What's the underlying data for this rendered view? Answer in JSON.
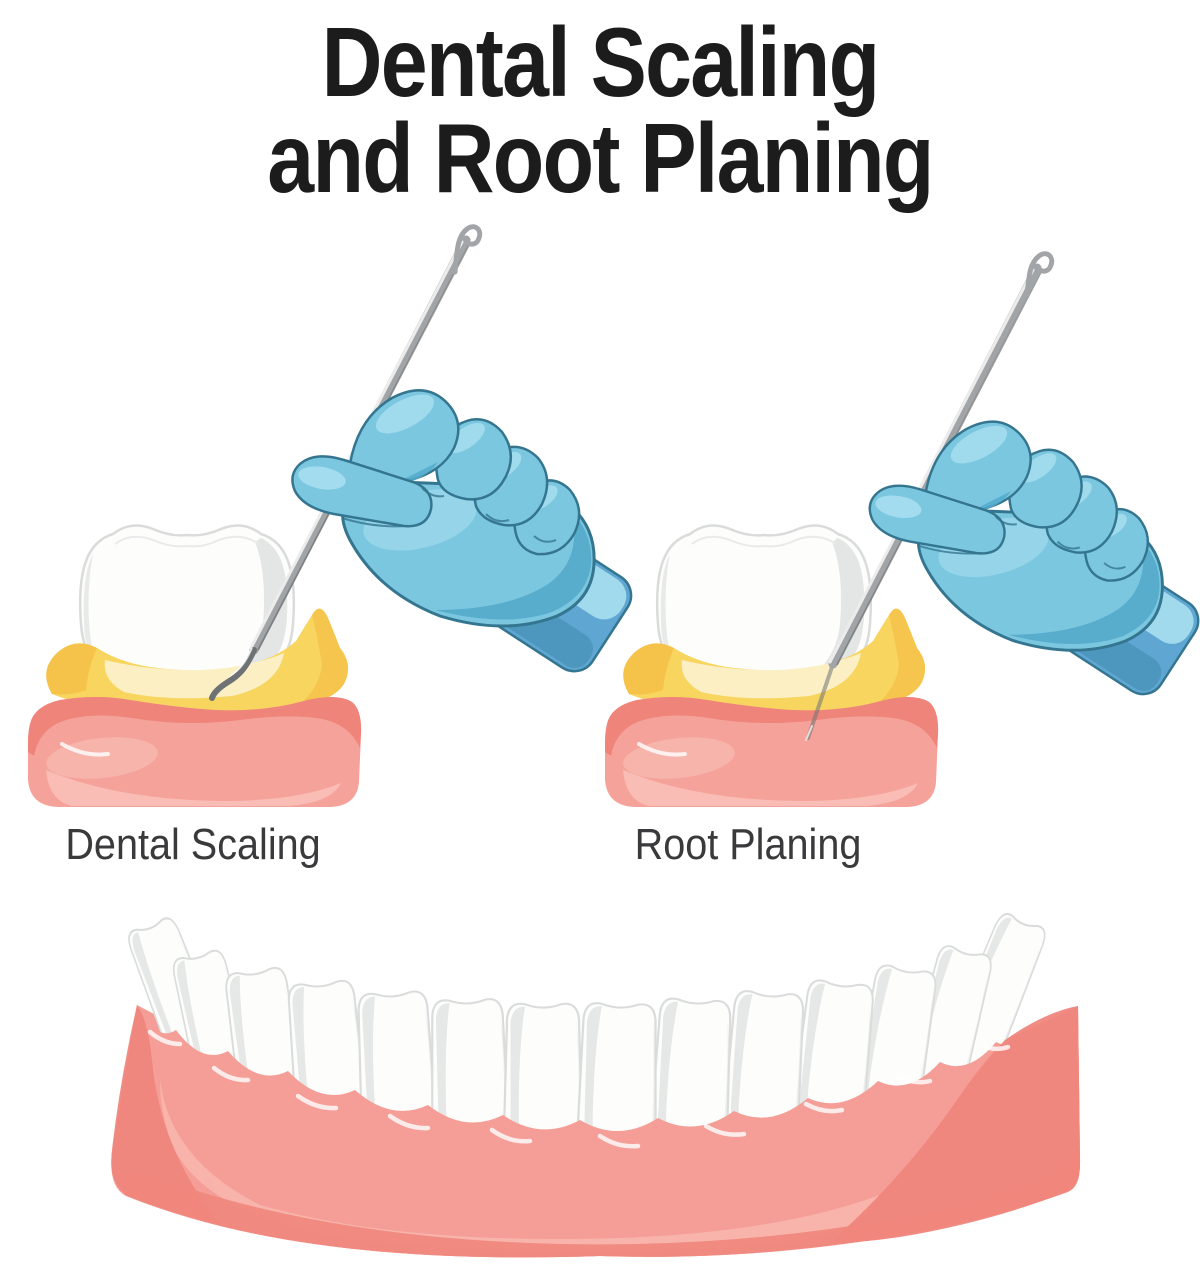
{
  "title": {
    "line1": "Dental Scaling",
    "line2": "and Root Planing"
  },
  "panels": [
    {
      "label": "Dental Scaling"
    },
    {
      "label": "Root Planing"
    }
  ],
  "colors": {
    "background": "#ffffff",
    "title_text": "#1c1c1d",
    "label_text": "#3a3a3c",
    "tooth_body": "#fdfdfc",
    "tooth_shade": "#e2e5e4",
    "tooth_outline": "#d9dcdb",
    "plaque_bright": "#f8d55f",
    "plaque_deep": "#f4be47",
    "plaque_pale": "#fbf0c8",
    "gum_base": "#f5a29a",
    "gum_dark": "#ee8177",
    "gum_light": "#f9c0b8",
    "jaw_gum_base": "#f59e97",
    "jaw_gum_dark": "#ef867c",
    "jaw_gum_light": "#f8b7ae",
    "glove_base": "#7cc7e0",
    "glove_light": "#a9dff0",
    "glove_mid": "#54aacb",
    "glove_deep": "#3e8bad",
    "glove_outline": "#34758f",
    "glove_cuff": "#5fa6d2",
    "tool_light": "#ececec",
    "tool_mid": "#a2a5a7",
    "tool_dark": "#6f7274"
  }
}
